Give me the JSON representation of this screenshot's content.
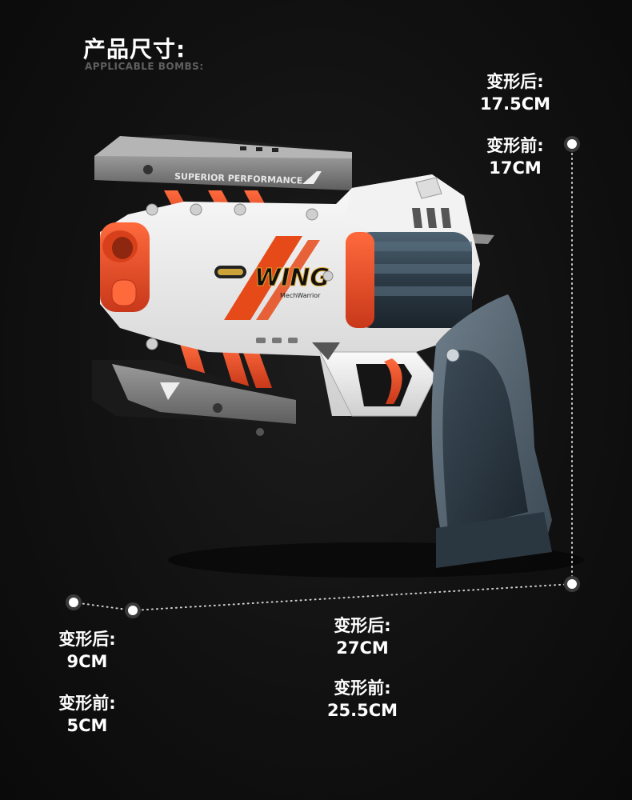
{
  "heading": "产品尺寸:",
  "subheading": "APPLICABLE BOMBS:",
  "product": {
    "slide_text": "SUPERIOR PERFORMANCE",
    "brand": "WING",
    "sub_brand": "MechWarrior"
  },
  "dimensions": {
    "height": {
      "after_label": "变形后:",
      "after_value": "17.5CM",
      "before_label": "变形前:",
      "before_value": "17CM"
    },
    "width": {
      "after_label": "变形后:",
      "after_value": "9CM",
      "before_label": "变形前:",
      "before_value": "5CM"
    },
    "length": {
      "after_label": "变形后:",
      "after_value": "27CM",
      "before_label": "变形前:",
      "before_value": "25.5CM"
    }
  },
  "colors": {
    "accent": "#e64a19",
    "body_white": "#eeeeee",
    "slate": "#4a5a66",
    "background": "#111111"
  }
}
